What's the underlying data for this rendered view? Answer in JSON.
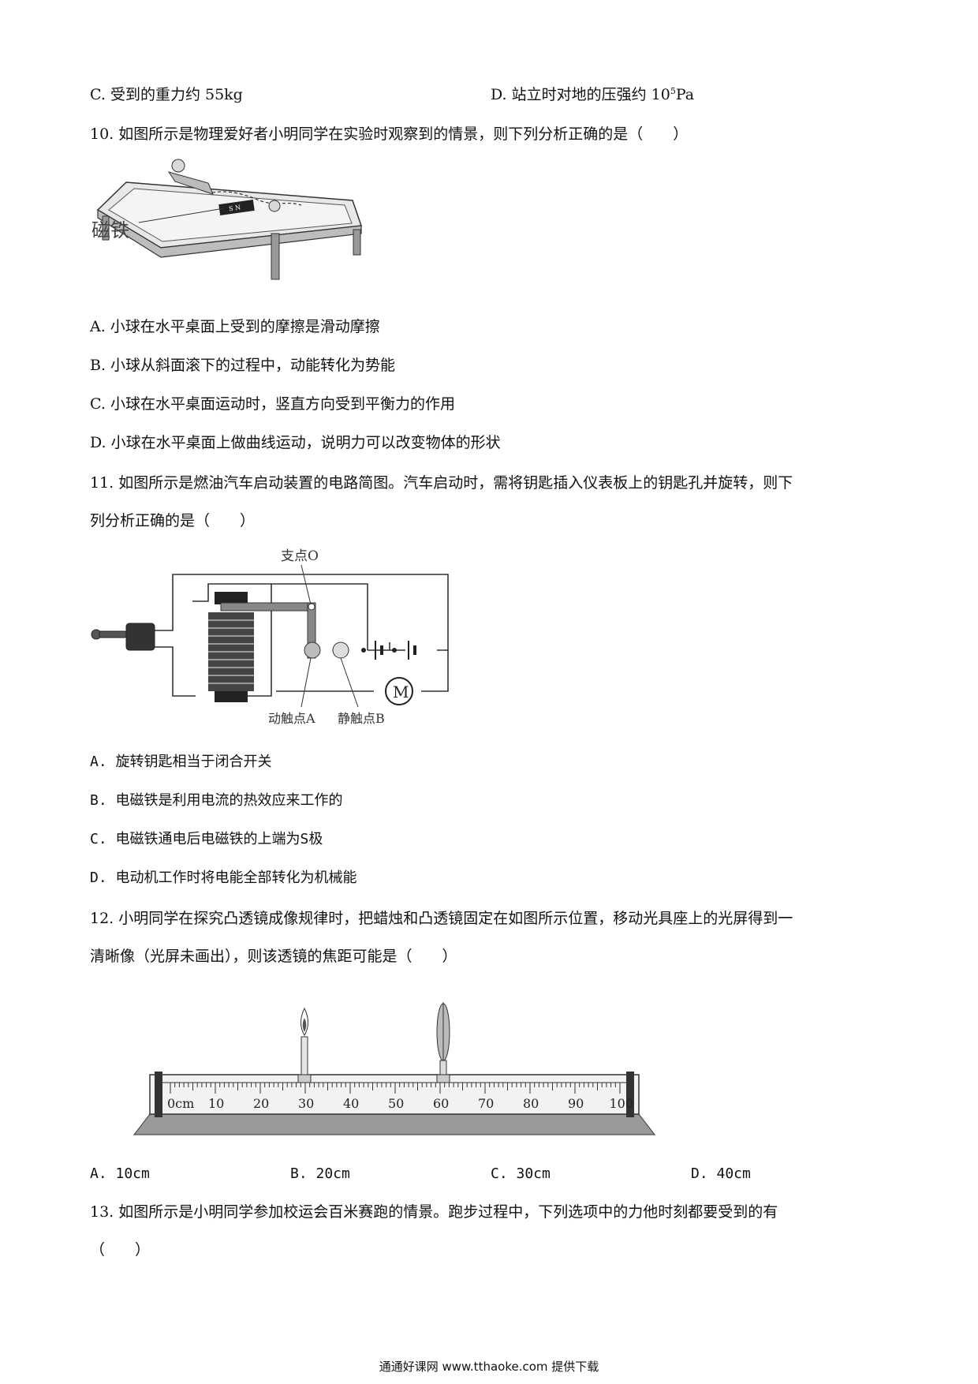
{
  "q9": {
    "optC": "C. 受到的重力约 55kg",
    "optD_pre": "D. 站立时对地的压强约 10",
    "optD_exp": "5",
    "optD_unit": "Pa"
  },
  "q10": {
    "stem": "10. 如图所示是物理爱好者小明同学在实验时观察到的情景，则下列分析正确的是（　　）",
    "figure_label": "磁铁",
    "options": [
      "A. 小球在水平桌面上受到的摩擦是滑动摩擦",
      "B. 小球从斜面滚下的过程中，动能转化为势能",
      "C. 小球在水平桌面运动时，竖直方向受到平衡力的作用",
      "D. 小球在水平桌面上做曲线运动，说明力可以改变物体的形状"
    ]
  },
  "q11": {
    "stem_line1": "11. 如图所示是燃油汽车启动装置的电路简图。汽车启动时，需将钥匙插入仪表板上的钥匙孔并旋转，则下",
    "stem_line2": "列分析正确的是（　　）",
    "figure_labels": {
      "pivot": "支点O",
      "moving_contact": "动触点A",
      "static_contact": "静触点B",
      "motor": "M"
    },
    "options": [
      "A.  旋转钥匙相当于闭合开关",
      "B.  电磁铁是利用电流的热效应来工作的",
      "C.  电磁铁通电后电磁铁的上端为S极",
      "D.  电动机工作时将电能全部转化为机械能"
    ]
  },
  "q12": {
    "stem_line1": "12. 小明同学在探究凸透镜成像规律时，把蜡烛和凸透镜固定在如图所示位置，移动光具座上的光屏得到一",
    "stem_line2": "清晰像（光屏未画出），则该透镜的焦距可能是（　　）",
    "ruler_labels": [
      "0cm",
      "10",
      "20",
      "30",
      "40",
      "50",
      "60",
      "70",
      "80",
      "90",
      "100"
    ],
    "options": [
      "A.  10cm",
      "B.  20cm",
      "C.  30cm",
      "D.  40cm"
    ]
  },
  "q13": {
    "stem_line1": "13. 如图所示是小明同学参加校运会百米赛跑的情景。跑步过程中，下列选项中的力他时刻都要受到的有",
    "stem_line2": "（　　）"
  },
  "footer": "通通好课网  www.tthaoke.com  提供下载"
}
